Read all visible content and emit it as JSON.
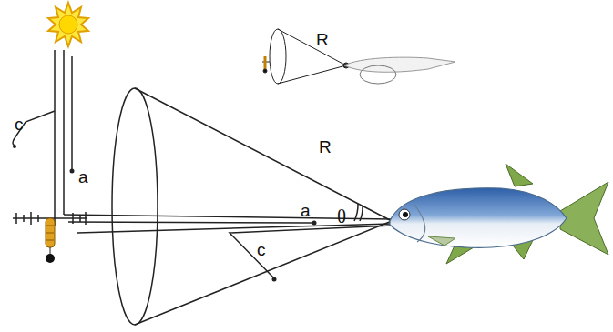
{
  "diagram": {
    "labels": [
      "R",
      "c",
      "a",
      "R",
      "a",
      "θ",
      "c"
    ]
  }
}
